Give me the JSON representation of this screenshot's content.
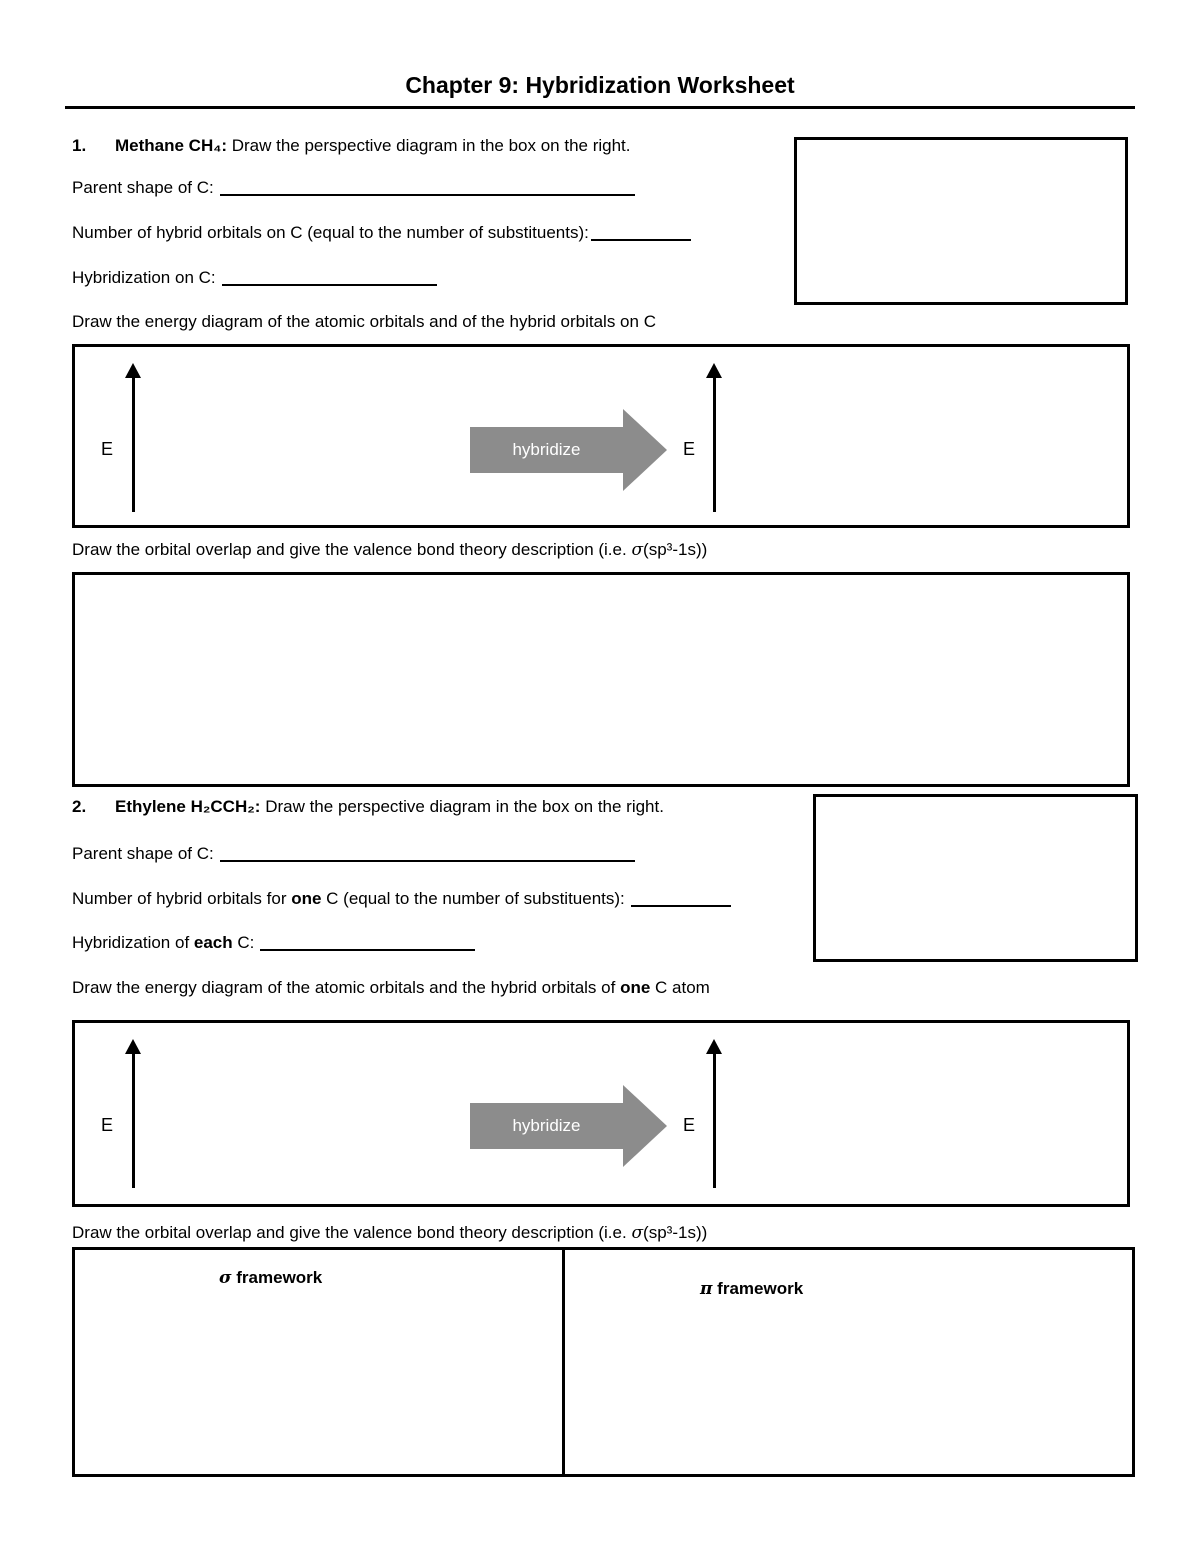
{
  "title": "Chapter 9: Hybridization Worksheet",
  "colors": {
    "ink": "#000000",
    "arrow_gray": "#8c8c8c"
  },
  "energy": {
    "axis_label": "E",
    "arrow_label": "hybridize"
  },
  "frameworks": {
    "sigma_symbol": "σ",
    "pi_symbol": "π",
    "label": " framework"
  },
  "q1": {
    "number": "1.",
    "compound": "Methane CH₄:",
    "prompt": " Draw the perspective diagram in the box on the right.",
    "parent_shape_label": "Parent shape of C:",
    "hybrid_count_label": "Number of hybrid orbitals on C (equal to the number of substituents):",
    "hybridization_label": "Hybridization on C:",
    "energy_prompt": "Draw the energy diagram of the atomic orbitals and of the hybrid orbitals on C",
    "overlap_prompt_pre": "Draw the orbital overlap and give the valence bond theory description (i.e. ",
    "overlap_sigma": "σ",
    "overlap_prompt_post": "(sp³-1s))"
  },
  "q2": {
    "number": "2.",
    "compound": "Ethylene H₂CCH₂:",
    "prompt": " Draw the perspective diagram in the box on the right.",
    "parent_shape_label": "Parent shape of C:",
    "hybrid_count_pre": "Number of hybrid orbitals for ",
    "hybrid_count_bold": "one",
    "hybrid_count_post": " C (equal to the number of substituents):",
    "hybridization_pre": "Hybridization of ",
    "hybridization_bold": "each",
    "hybridization_post": " C:",
    "energy_prompt_pre": "Draw the energy diagram of the atomic orbitals and the hybrid orbitals of ",
    "energy_prompt_bold": "one",
    "energy_prompt_post": " C atom",
    "overlap_prompt_pre": "Draw the orbital overlap and give the valence bond theory description (i.e. ",
    "overlap_sigma": "σ",
    "overlap_prompt_post": "(sp³-1s))"
  }
}
